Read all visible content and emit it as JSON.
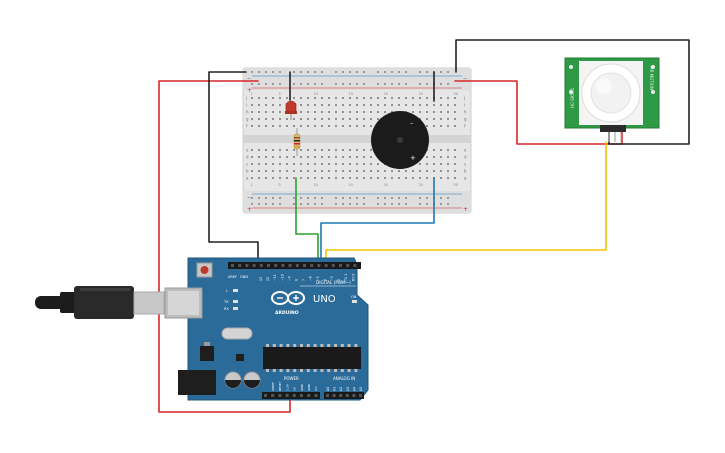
{
  "arduino": {
    "brand": "ARDUINO",
    "model": "UNO",
    "digital_header": "DIGITAL (PWM~)",
    "power_header": "POWER",
    "analog_header": "ANALOG IN",
    "tx_label": "TX",
    "rx_label": "RX",
    "l_label": "L",
    "on_label": "ON",
    "aref_label": "AREF",
    "gnd_label": "GND",
    "digital_pins": [
      "13",
      "12",
      "~11",
      "~10",
      "~9",
      "8",
      "7",
      "~6",
      "~5",
      "4",
      "~3",
      "2",
      "TX 1",
      "RX 0"
    ],
    "power_pins": [
      "IOREF",
      "RESET",
      "3.3V",
      "5V",
      "GND",
      "GND",
      "Vin"
    ],
    "analog_pins": [
      "A0",
      "A1",
      "A2",
      "A3",
      "A4",
      "A5"
    ]
  },
  "breadboard": {
    "rail_plus": "+",
    "rail_minus": "−",
    "row_letters_top": [
      "j",
      "i",
      "h",
      "g",
      "f"
    ],
    "row_letters_bottom": [
      "e",
      "d",
      "c",
      "b",
      "a"
    ],
    "column_numbers": [
      "1",
      "5",
      "10",
      "15",
      "20",
      "25",
      "30"
    ]
  },
  "pir_sensor": {
    "label_left": "HC-SR501",
    "label_right": "PIR MOTION",
    "pin_labels": [
      "GND",
      "OUT",
      "VCC"
    ]
  },
  "buzzer": {
    "plus_label": "+"
  },
  "colors": {
    "wire_red": "#d62728",
    "wire_black": "#222222",
    "wire_green": "#2ca02c",
    "wire_blue": "#1f77b4",
    "wire_yellow": "#f2c200",
    "board_blue": "#2a6b9a",
    "pir_green": "#2e9a45",
    "led_red": "#c0392b"
  }
}
